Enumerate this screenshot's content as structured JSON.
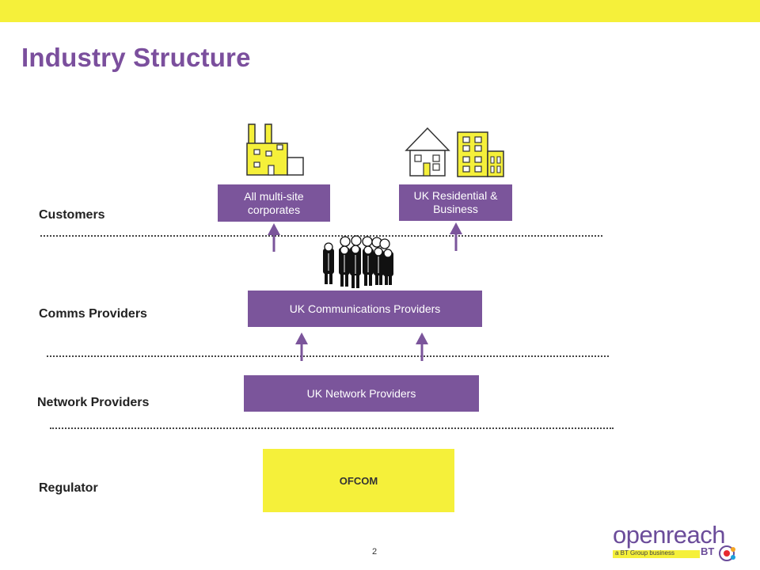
{
  "title": "Industry Structure",
  "rows": {
    "customers": "Customers",
    "comms": "Comms Providers",
    "network": "Network Providers",
    "regulator": "Regulator"
  },
  "boxes": {
    "corporates": "All multi-site corporates",
    "residential": "UK Residential & Business",
    "comms_providers": "UK Communications Providers",
    "network_providers": "UK Network Providers",
    "ofcom": "OFCOM"
  },
  "page_number": "2",
  "logo": {
    "wordmark": "openreach",
    "tagline": "a BT Group business",
    "bt": "BT"
  },
  "colors": {
    "accent_yellow": "#f5f03a",
    "purple": "#7b559b",
    "title_purple": "#7b4f9d"
  },
  "icons": [
    "factory-icon",
    "house-icon",
    "office-building-icon",
    "people-group-icon",
    "up-arrow-icon"
  ]
}
